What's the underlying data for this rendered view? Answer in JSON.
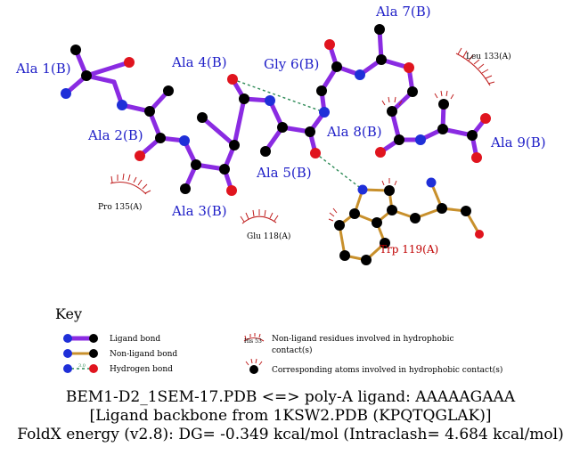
{
  "colors": {
    "ligand_bond": "#8a2be2",
    "nonligand_bond": "#c8902c",
    "hydrogen_bond": "#2e8b57",
    "carbon": "#000000",
    "nitrogen": "#1f2fd8",
    "oxygen": "#e0141e",
    "hydrophobic": "#c02020"
  },
  "ligand_residues": [
    {
      "id": "ala1",
      "label": "Ala 1(B)"
    },
    {
      "id": "ala2",
      "label": "Ala 2(B)"
    },
    {
      "id": "ala3",
      "label": "Ala 3(B)"
    },
    {
      "id": "ala4",
      "label": "Ala 4(B)"
    },
    {
      "id": "ala5",
      "label": "Ala 5(B)"
    },
    {
      "id": "gly6",
      "label": "Gly 6(B)"
    },
    {
      "id": "ala7",
      "label": "Ala 7(B)"
    },
    {
      "id": "ala8",
      "label": "Ala 8(B)"
    },
    {
      "id": "ala9",
      "label": "Ala 9(B)"
    }
  ],
  "hydrophobic_residues": [
    {
      "id": "leu133",
      "label": "Leu 133(A)"
    },
    {
      "id": "pro135",
      "label": "Pro 135(A)"
    },
    {
      "id": "glu118",
      "label": "Glu 118(A)"
    }
  ],
  "hbond_residue": {
    "id": "trp119",
    "label": "Trp 119(A)"
  },
  "key": {
    "title": "Key",
    "ligand_bond": "Ligand bond",
    "nonligand_bond": "Non-ligand bond",
    "hydrogen_bond": "Hydrogen bond",
    "hbond_distance_sample": "3.0",
    "hydrophobic_sample_label": "His 53",
    "hydrophobic_residues_line1": "Non-ligand residues involved in hydrophobic",
    "hydrophobic_residues_line2": "contact(s)",
    "hydrophobic_atoms": "Corresponding atoms involved in hydrophobic contact(s)"
  },
  "caption": {
    "line1": "BEM1-D2_1SEM-17.PDB <=> poly-A ligand: AAAAAGAAA",
    "line2": "[Ligand backbone from 1KSW2.PDB (KPQTQGLAK)]",
    "line3": "FoldX energy (v2.8): DG= -0.349 kcal/mol (Intraclash= 4.684 kcal/mol)"
  }
}
